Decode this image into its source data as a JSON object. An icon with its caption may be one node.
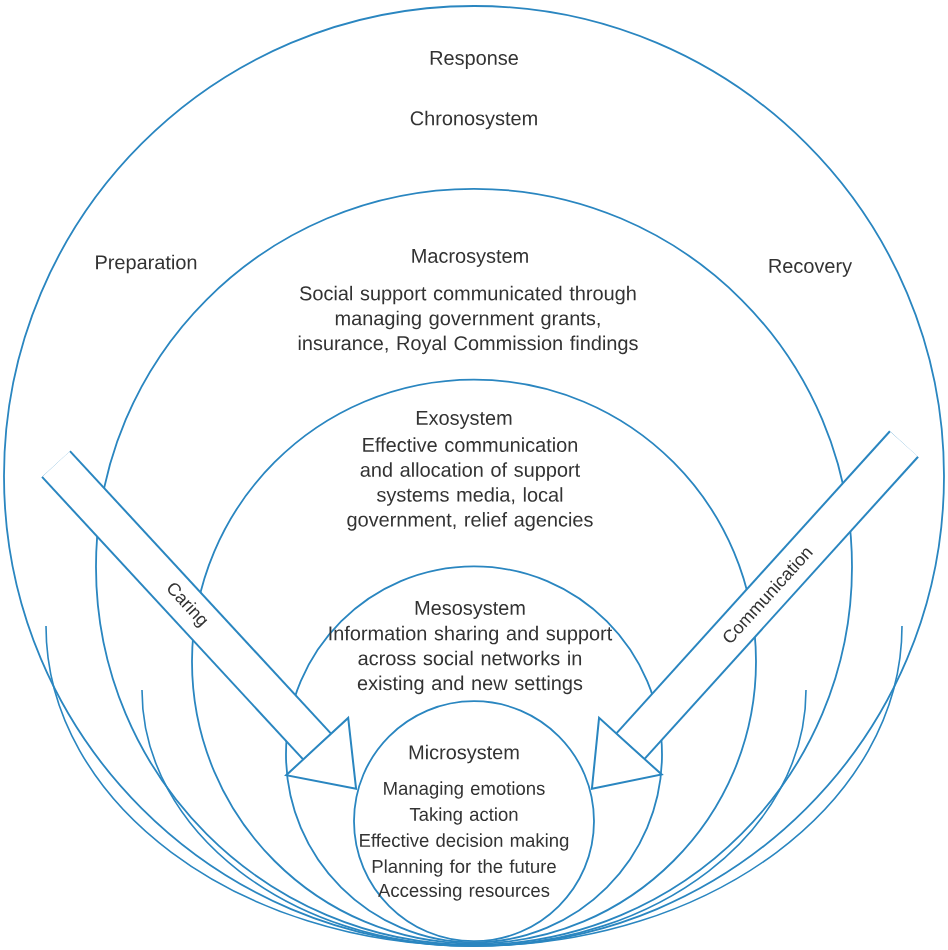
{
  "diagram": {
    "nodes": [
      {
        "text": [
          "Response",
          "Chronosystem",
          "Preparation",
          "Recovery"
        ]
      },
      {
        "text": [
          "Macrosystem",
          "Social support communicated through managing government grants, insurance, Royal Commission findings"
        ],
        "in": 0
      },
      {
        "text": [
          "Exosystem",
          "Effective communication and allocation of support systems media, local government, relief agencies"
        ],
        "in": 1
      },
      {
        "text": [
          "Mesosystem",
          "Information sharing and support across social networks in existing and new settings"
        ],
        "in": 2
      },
      {
        "text": [
          "Microsystem",
          "Managing emotions",
          "Taking action",
          "Effective decision making",
          "Planning for the future",
          "Accessing resources"
        ],
        "in": 3
      }
    ],
    "edges": [
      {
        "from": null,
        "to": 4,
        "arrow": "to",
        "label": "Caring"
      },
      {
        "from": null,
        "to": 4,
        "arrow": "to",
        "label": "Communication"
      }
    ]
  }
}
